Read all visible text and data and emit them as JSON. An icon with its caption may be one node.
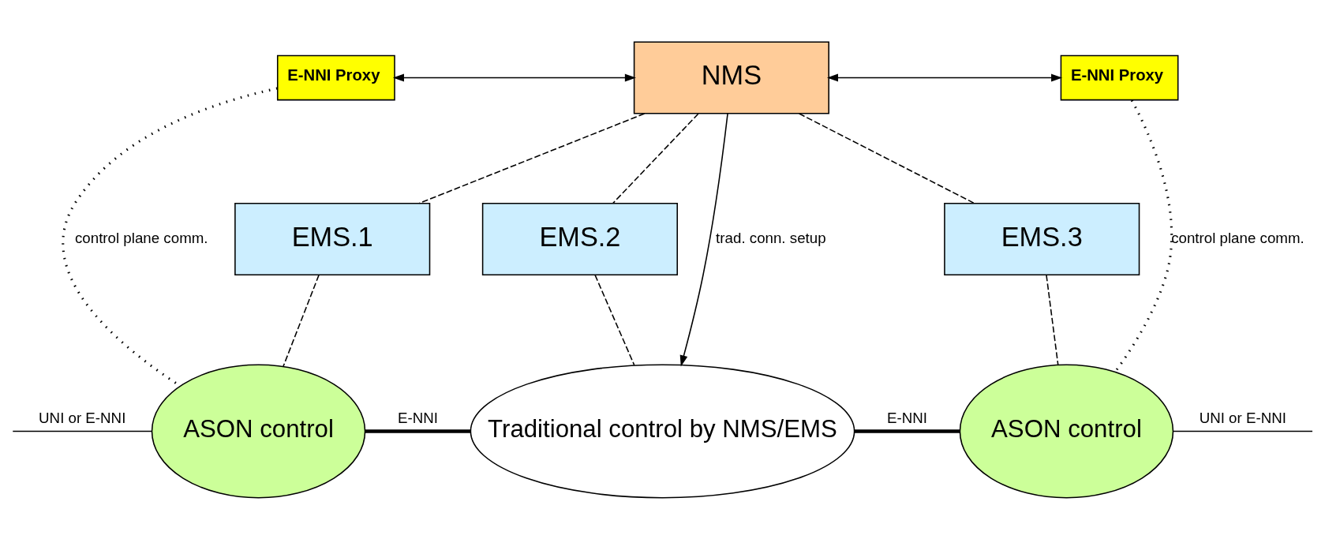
{
  "diagram": {
    "nodes": [
      {
        "text": [
          "E-NNI Proxy"
        ]
      },
      {
        "text": [
          "NMS"
        ]
      },
      {
        "text": [
          "E-NNI Proxy"
        ]
      },
      {
        "text": [
          "EMS.1"
        ]
      },
      {
        "text": [
          "EMS.2"
        ]
      },
      {
        "text": [
          "EMS.3"
        ]
      },
      {
        "text": [
          "ASON control"
        ]
      },
      {
        "text": [
          "Traditional control by NMS/EMS"
        ]
      },
      {
        "text": [
          "ASON control"
        ]
      }
    ],
    "edges": [
      {
        "from": 0,
        "to": 1,
        "arrow": "both"
      },
      {
        "from": 1,
        "to": 2,
        "arrow": "both"
      },
      {
        "from": 1,
        "to": 3,
        "arrow": "none",
        "style": "dashed"
      },
      {
        "from": 1,
        "to": 4,
        "arrow": "none",
        "style": "dashed"
      },
      {
        "from": 1,
        "to": 5,
        "arrow": "none",
        "style": "dashed"
      },
      {
        "from": 3,
        "to": 6,
        "arrow": "none",
        "style": "dashed"
      },
      {
        "from": 4,
        "to": 7,
        "arrow": "none",
        "style": "dashed"
      },
      {
        "from": 5,
        "to": 8,
        "arrow": "none",
        "style": "dashed"
      },
      {
        "from": 0,
        "to": 6,
        "arrow": "none",
        "style": "dashed",
        "label": "control plane comm."
      },
      {
        "from": 2,
        "to": 8,
        "arrow": "none",
        "style": "dashed",
        "label": "control plane comm."
      },
      {
        "from": 1,
        "to": 7,
        "arrow": "to",
        "label": "trad. conn. setup"
      },
      {
        "from": 6,
        "to": 7,
        "arrow": "none",
        "style": "thick",
        "label": "E-NNI"
      },
      {
        "from": 7,
        "to": 8,
        "arrow": "none",
        "style": "thick",
        "label": "E-NNI"
      },
      {
        "from": null,
        "to": 6,
        "arrow": "none",
        "label": "UNI or E-NNI"
      },
      {
        "from": 8,
        "to": null,
        "arrow": "none",
        "label": "UNI or E-NNI"
      }
    ]
  }
}
